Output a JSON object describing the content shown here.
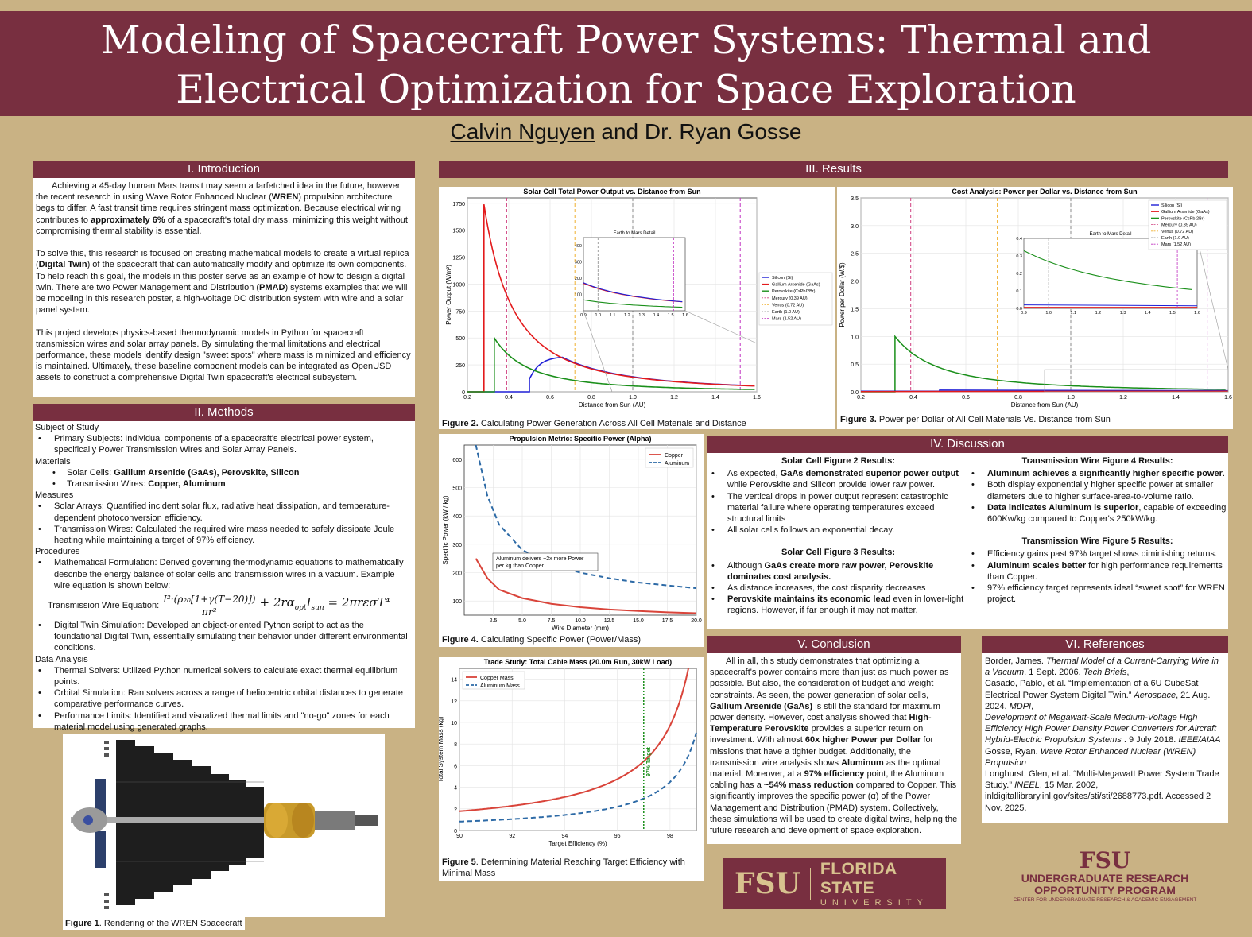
{
  "title": "Modeling of Spacecraft Power Systems: Thermal and Electrical Optimization for Space Exploration",
  "author1": "Calvin Nguyen",
  "author_rest": " and Dr. Ryan Gosse",
  "intro": {
    "heading": "I. Introduction",
    "p1a": "Achieving a 45-day human Mars transit may seem a farfetched idea in the future, however the recent research in using Wave Rotor Enhanced Nuclear (",
    "p1b": "WREN",
    "p1c": ") propulsion architecture begs to differ. A fast transit time requires stringent mass optimization. Because electrical wiring contributes to ",
    "p1d": "approximately 6%",
    "p1e": " of a spacecraft's total dry mass, minimizing this weight without compromising thermal stability is essential.",
    "p2a": "To solve this, this research is focused on creating mathematical models to create a virtual replica (",
    "p2b": "Digital Twin",
    "p2c": ") of the spacecraft that can automatically modify and optimize its own components. To help reach this goal, the models in this poster serve as an example of how to design a digital twin. There are two Power Management and Distribution (",
    "p2d": "PMAD",
    "p2e": ") systems examples that we will be modeling in this research poster, a high-voltage DC distribution system with wire and a solar panel system.",
    "p3": "This project develops physics-based thermodynamic models in Python for spacecraft transmission wires and solar array panels. By simulating thermal limitations and electrical performance, these models identify design \"sweet spots\" where mass is minimized and efficiency is maintained. Ultimately, these baseline component models can be integrated as OpenUSD assets to construct a comprehensive Digital Twin spacecraft's electrical subsystem."
  },
  "methods": {
    "heading": "II. Methods",
    "subject": "Subject of Study",
    "subject_b1": "Primary Subjects: Individual components of a spacecraft's electrical power system, specifically Power Transmission Wires and Solar Array Panels.",
    "materials": "Materials",
    "mat1a": "Solar Cells: ",
    "mat1b": "Gallium Arsenide (GaAs), Perovskite, Silicon",
    "mat2a": "Transmission Wires: ",
    "mat2b": "Copper, Aluminum",
    "measures": "Measures",
    "meas1": "Solar Arrays: Quantified incident solar flux, radiative heat dissipation, and temperature-dependent photoconversion efficiency.",
    "meas2": "Transmission Wires: Calculated the required wire mass needed to safely dissipate Joule heating while maintaining a target of 97% efficiency.",
    "procedures": "Procedures",
    "proc1": "Mathematical Formulation: Derived governing thermodynamic equations to mathematically describe the energy balance of solar cells and transmission wires in a vacuum. Example wire equation is shown below:",
    "eq_label": "Transmission Wire Equation:",
    "proc2": "Digital Twin Simulation: Developed an object-oriented Python script to act as the foundational Digital Twin, essentially simulating their behavior under different environmental conditions.",
    "analysis": "Data Analysis",
    "an1": "Thermal Solvers: Utilized Python numerical solvers to calculate exact thermal equilibrium points.",
    "an2": "Orbital Simulation: Ran solvers across a range of heliocentric orbital distances to generate comparative performance curves.",
    "an3": "Performance Limits: Identified and visualized thermal limits and \"no-go\" zones for each material model using generated graphs."
  },
  "fig1": {
    "num": "Figure 1",
    "text": ". Rendering of the WREN Spacecraft"
  },
  "results": {
    "heading": "III. Results"
  },
  "fig2": {
    "num": "Figure 2.",
    "text": " Calculating Power Generation Across All Cell Materials and Distance"
  },
  "fig3": {
    "num": "Figure 3.",
    "text": " Power per Dollar of All Cell Materials Vs. Distance from Sun"
  },
  "fig4": {
    "num": "Figure 4.",
    "text": " Calculating Specific Power (Power/Mass)"
  },
  "fig5": {
    "num": "Figure 5",
    "text": ". Determining Material Reaching Target Efficiency with Minimal Mass"
  },
  "chart_data": [
    {
      "type": "line",
      "title": "Solar Cell Total Power Output vs. Distance from Sun",
      "xlabel": "Distance from Sun (AU)",
      "ylabel": "Power Output (W/m²)",
      "xlim": [
        0.2,
        1.6
      ],
      "ylim": [
        0,
        1800
      ],
      "xticks": [
        "0.2",
        "0.4",
        "0.6",
        "0.8",
        "1.0",
        "1.2",
        "1.4",
        "1.6"
      ],
      "yticks": [
        "0",
        "250",
        "500",
        "750",
        "1000",
        "1250",
        "1500",
        "1750"
      ],
      "series": [
        {
          "name": "Silicon (Si)",
          "color": "#1f1fd6",
          "onset": 0.5,
          "peak": 330
        },
        {
          "name": "Gallium Arsenide (GaAs)",
          "color": "#e31a1c",
          "onset": 0.28,
          "peak": 1740
        },
        {
          "name": "Perovskite (CsPbI2Br)",
          "color": "#1a8f1a",
          "onset": 0.33,
          "peak": 500
        }
      ],
      "vlines": [
        {
          "name": "Mercury (0.39 AU)",
          "x": 0.39,
          "color": "#d04080"
        },
        {
          "name": "Venus (0.72 AU)",
          "x": 0.72,
          "color": "#f0b030"
        },
        {
          "name": "Earth (1.0 AU)",
          "x": 1.0,
          "color": "#888888"
        },
        {
          "name": "Mars (1.52 AU)",
          "x": 1.52,
          "color": "#c030c0"
        }
      ],
      "inset": {
        "title": "Earth to Mars Detail",
        "xticks": [
          "0.9",
          "1.0",
          "1.1",
          "1.2",
          "1.3",
          "1.4",
          "1.5",
          "1.6"
        ],
        "yticks": [
          "100",
          "200",
          "300",
          "400"
        ]
      },
      "legend": "center-right"
    },
    {
      "type": "line",
      "title": "Cost Analysis: Power per Dollar vs. Distance from Sun",
      "xlabel": "Distance from Sun (AU)",
      "ylabel": "Power per Dollar (W/$)",
      "xlim": [
        0.2,
        1.6
      ],
      "ylim": [
        0,
        3.5
      ],
      "xticks": [
        "0.2",
        "0.4",
        "0.6",
        "0.8",
        "1.0",
        "1.2",
        "1.4",
        "1.6"
      ],
      "yticks": [
        "0.0",
        "0.5",
        "1.0",
        "1.5",
        "2.0",
        "2.5",
        "3.0",
        "3.5"
      ],
      "series": [
        {
          "name": "Silicon (Si)",
          "color": "#1f1fd6"
        },
        {
          "name": "Gallium Arsenide (GaAs)",
          "color": "#e31a1c"
        },
        {
          "name": "Perovskite (CsPbI2Br)",
          "color": "#1a8f1a",
          "peak": 1.0
        }
      ],
      "vlines": [
        {
          "name": "Mercury (0.39 AU)"
        },
        {
          "name": "Venus (0.72 AU)"
        },
        {
          "name": "Earth (1.0 AU)"
        },
        {
          "name": "Mars (1.52 AU)"
        }
      ],
      "inset": {
        "title": "Earth to Mars Detail",
        "xticks": [
          "0.9",
          "1.0",
          "1.1",
          "1.2",
          "1.3",
          "1.4",
          "1.5",
          "1.6"
        ],
        "yticks": [
          "0.0",
          "0.1",
          "0.2",
          "0.3",
          "0.4"
        ]
      },
      "legend": "top-right"
    },
    {
      "type": "line",
      "title": "Propulsion Metric: Specific Power (Alpha)",
      "xlabel": "Wire Diameter (mm)",
      "ylabel": "Specific Power (kW / kg)",
      "xlim": [
        0,
        20
      ],
      "ylim": [
        50,
        650
      ],
      "xticks": [
        "2.5",
        "5.0",
        "7.5",
        "10.0",
        "12.5",
        "15.0",
        "17.5",
        "20.0"
      ],
      "yticks": [
        "100",
        "200",
        "300",
        "400",
        "500",
        "600"
      ],
      "series": [
        {
          "name": "Copper",
          "color": "#d9443a",
          "x": [
            1,
            2,
            3,
            5,
            7.5,
            10,
            12.5,
            15,
            17.5,
            20
          ],
          "y": [
            250,
            180,
            140,
            110,
            90,
            78,
            70,
            65,
            60,
            57
          ]
        },
        {
          "name": "Aluminum",
          "color": "#2d6aa6",
          "x": [
            1,
            2,
            3,
            5,
            7.5,
            10,
            12.5,
            15,
            17.5,
            20
          ],
          "y": [
            650,
            470,
            370,
            280,
            230,
            200,
            180,
            165,
            155,
            145
          ]
        }
      ],
      "annotation": "Aluminum delivers ~2x more Power per kg than Copper.",
      "legend": "top-right"
    },
    {
      "type": "line",
      "title": "Trade Study: Total Cable Mass (20.0m Run, 30kW Load)",
      "xlabel": "Target Efficiency (%)",
      "ylabel": "Total System Mass (kg)",
      "xlim": [
        90,
        99
      ],
      "ylim": [
        0,
        15
      ],
      "xticks": [
        "90",
        "92",
        "94",
        "96",
        "98"
      ],
      "yticks": [
        "0",
        "2",
        "4",
        "6",
        "8",
        "10",
        "12",
        "14"
      ],
      "series": [
        {
          "name": "Copper Mass",
          "color": "#d9443a"
        },
        {
          "name": "Aluminum Mass",
          "color": "#2d6aa6"
        }
      ],
      "target": {
        "x": 97,
        "label": "97% Target"
      },
      "legend": "top-left"
    }
  ],
  "discussion": {
    "heading": "IV. Discussion",
    "c1h": "Solar Cell Figure 2 Results:",
    "c1b1a": "As expected, ",
    "c1b1b": "GaAs demonstrated superior power output",
    "c1b1c": " while Perovskite and Silicon provide lower raw power.",
    "c1b2": "The vertical drops in power output represent catastrophic material failure where operating temperatures exceed structural limits",
    "c1b3": "All solar cells follows an exponential decay.",
    "c1h2": "Solar Cell Figure 3 Results:",
    "c1c1a": "Although ",
    "c1c1b": "GaAs create more raw power, Perovskite dominates cost analysis.",
    "c1c2": "As distance increases, the cost disparity decreases",
    "c1c3a": "Perovskite maintains its economic lead",
    "c1c3b": " even in lower-light regions. However, if far enough it may not matter.",
    "c2h": "Transmission Wire Figure 4 Results:",
    "c2b1": "Aluminum achieves a significantly higher specific power",
    "c2b1b": ".",
    "c2b2": "Both display exponentially higher specific power at smaller diameters due to higher surface-area-to-volume ratio.",
    "c2b3a": "Data indicates Aluminum is superior",
    "c2b3b": ", capable of exceeding 600Kw/kg compared to Copper's 250kW/kg.",
    "c2h2": "Transmission Wire Figure 5 Results:",
    "c2c1": "Efficiency gains past 97% target shows diminishing returns.",
    "c2c2a": "Aluminum scales better",
    "c2c2b": " for high performance requirements than Copper.",
    "c2c3": "97% efficiency target represents ideal “sweet spot” for WREN project."
  },
  "conclusion": {
    "heading": "V. Conclusion",
    "t1": "All in all, this study demonstrates that optimizing a spacecraft's power contains more than just as much power as possible. But also, the consideration of budget and weight constraints. As seen, the power generation of solar cells, ",
    "t2": "Gallium Arsenide (GaAs)",
    "t3": " is still the standard for maximum power density. However, cost analysis showed that ",
    "t4": "High-Temperature Perovskite",
    "t5": " provides a superior return on investment. With almost ",
    "t6": "60x higher Power per Dollar",
    "t7": " for missions that have a tighter budget. Additionally, the transmission wire analysis shows ",
    "t8": "Aluminum",
    "t9": " as the optimal material. Moreover, at a ",
    "t10": "97% efficiency",
    "t11": " point, the Aluminum cabling has a ",
    "t12": "~54% mass reduction",
    "t13": " compared to Copper. This significantly improves the specific power (α) of the Power Management and Distribution (PMAD) system. Collectively, these simulations will be used to create digital twins, helping the future research and development of space exploration."
  },
  "references": {
    "heading": "VI. References",
    "r1a": "Border, James. ",
    "r1b": "Thermal Model of a Current-Carrying Wire in a Vacuum",
    "r1c": ". 1 Sept. 2006. ",
    "r1d": "Tech Briefs",
    "r2a": "Casado, Pablo, et al. “Implementation of a 6U CubeSat Electrical Power System Digital Twin.” ",
    "r2b": "Aerospace",
    "r2c": ", 21 Aug. 2024. ",
    "r2d": "MDPI",
    "r3a": "Development of Megawatt-Scale Medium-Voltage High Efficiency High Power Density Power Converters for Aircraft Hybrid-Electric Propulsion Systems",
    "r3b": " . 9 July 2018. ",
    "r3c": "IEEE/AIAA",
    "r4a": "Gosse, Ryan. ",
    "r4b": "Wave Rotor Enhanced Nuclear (WREN) Propulsion",
    "r5a": "Longhurst, Glen, et al. “Multi-Megawatt Power System Trade Study.” ",
    "r5b": "INEEL",
    "r5c": ", 15 Mar. 2002, inldigitallibrary.inl.gov/sites/sti/sti/2688773.pdf. Accessed 2 Nov. 2025."
  },
  "logo1": {
    "mark": "FSU",
    "name": "FLORIDA STATE",
    "sub": "UNIVERSITY"
  },
  "logo2": {
    "mark": "FSU",
    "l1": "UNDERGRADUATE RESEARCH",
    "l2": "OPPORTUNITY PROGRAM",
    "l3": "CENTER FOR UNDERGRADUATE RESEARCH & ACADEMIC ENGAGEMENT"
  },
  "colors": {
    "garnet": "#782f40",
    "gold": "#c9b284"
  }
}
